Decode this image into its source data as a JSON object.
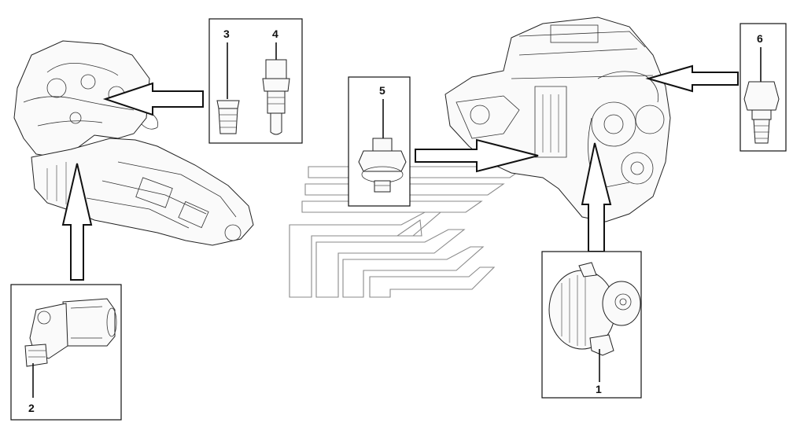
{
  "callouts": {
    "c1": "1",
    "c2": "2",
    "c3": "3",
    "c4": "4",
    "c5": "5",
    "c6": "6"
  },
  "parts": [
    {
      "key": "1",
      "icon": "alternator-icon"
    },
    {
      "key": "2",
      "icon": "starter-motor-icon"
    },
    {
      "key": "3",
      "icon": "plug-sensor-icon"
    },
    {
      "key": "4",
      "icon": "temperature-sensor-icon"
    },
    {
      "key": "5",
      "icon": "pressure-switch-icon"
    },
    {
      "key": "6",
      "icon": "sender-unit-icon"
    }
  ],
  "assemblies": {
    "left": "engine-gearbox-assembly-icon",
    "right": "engine-assembly-icon",
    "watermark": "brand-watermark-logo"
  }
}
